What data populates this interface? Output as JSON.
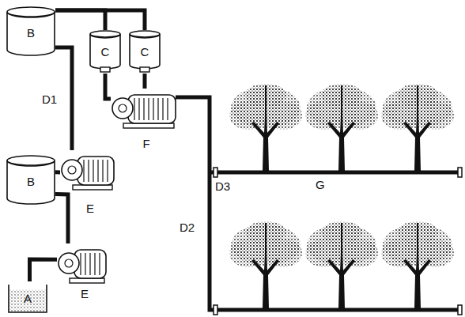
{
  "diagram": {
    "nodes": [
      {
        "text": [
          "B"
        ]
      },
      {
        "text": [
          "C"
        ]
      },
      {
        "text": [
          "C"
        ]
      },
      {
        "text": [
          "F"
        ]
      },
      {
        "text": [
          "B"
        ]
      },
      {
        "text": [
          "E"
        ]
      },
      {
        "text": [
          "E"
        ]
      },
      {
        "text": [
          "A"
        ]
      }
    ],
    "edges": [
      {
        "from": 0,
        "to": 1,
        "arrow": "none"
      },
      {
        "from": 0,
        "to": 2,
        "arrow": "none"
      },
      {
        "from": 1,
        "to": 3,
        "arrow": "none"
      },
      {
        "from": 2,
        "to": 3,
        "arrow": "none"
      },
      {
        "from": 4,
        "to": 5,
        "arrow": "none"
      },
      {
        "from": 5,
        "to": 0,
        "arrow": "none"
      },
      {
        "from": 7,
        "to": 6,
        "arrow": "none"
      },
      {
        "from": 6,
        "to": 4,
        "arrow": "none"
      }
    ],
    "labels": [
      "D1",
      "D3",
      "G",
      "D2"
    ]
  }
}
